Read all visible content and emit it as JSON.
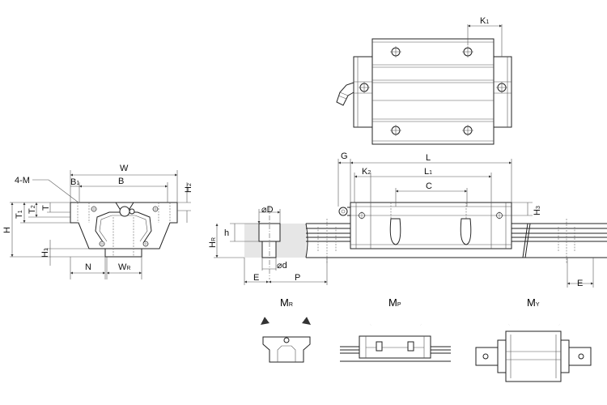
{
  "labels": {
    "K1": {
      "main": "K",
      "sub": "1"
    },
    "four_m": {
      "main": "4-M"
    },
    "W": {
      "main": "W"
    },
    "B1": {
      "main": "B",
      "sub": "1"
    },
    "B": {
      "main": "B"
    },
    "H2": {
      "main": "H",
      "sub": "2"
    },
    "T1": {
      "main": "T",
      "sub": "1"
    },
    "T2": {
      "main": "T",
      "sub": "2"
    },
    "T": {
      "main": "T"
    },
    "H": {
      "main": "H"
    },
    "H1": {
      "main": "H",
      "sub": "1"
    },
    "N": {
      "main": "N"
    },
    "WR": {
      "main": "W",
      "sub": "R"
    },
    "D": {
      "main": "⌀D"
    },
    "h": {
      "main": "h"
    },
    "HR": {
      "main": "H",
      "sub": "R"
    },
    "d": {
      "main": "⌀d"
    },
    "E_left": {
      "main": "E"
    },
    "P": {
      "main": "P"
    },
    "G": {
      "main": "G"
    },
    "L": {
      "main": "L"
    },
    "K2": {
      "main": "K",
      "sub": "2"
    },
    "L1": {
      "main": "L",
      "sub": "1"
    },
    "C": {
      "main": "C"
    },
    "H3": {
      "main": "H",
      "sub": "3"
    },
    "E_right": {
      "main": "E"
    },
    "MR": {
      "main": "M",
      "sub": "R"
    },
    "MP": {
      "main": "M",
      "sub": "P"
    },
    "MY": {
      "main": "M",
      "sub": "Y"
    }
  },
  "colors": {
    "line": "#222222",
    "rail_section": "#e6e6e6"
  }
}
